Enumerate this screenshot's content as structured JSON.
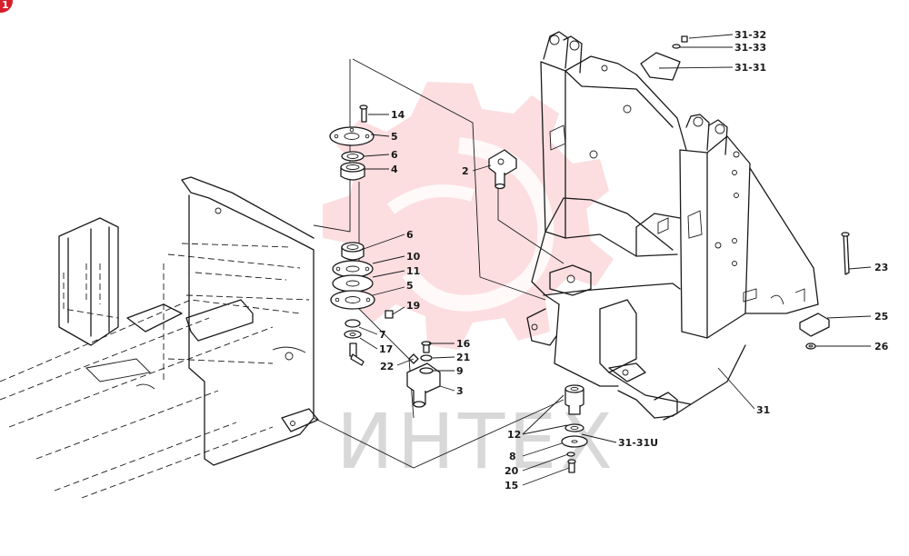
{
  "badge": {
    "label": "1",
    "color": "#d61f2b"
  },
  "watermark": {
    "text": "ИНТЕХ",
    "color": "#f06a74"
  },
  "callouts": [
    {
      "id": "c-31-32",
      "label": "31-32"
    },
    {
      "id": "c-31-33",
      "label": "31-33"
    },
    {
      "id": "c-31-31",
      "label": "31-31"
    },
    {
      "id": "c-14",
      "label": "14"
    },
    {
      "id": "c-5a",
      "label": "5"
    },
    {
      "id": "c-6a",
      "label": "6"
    },
    {
      "id": "c-4",
      "label": "4"
    },
    {
      "id": "c-2",
      "label": "2"
    },
    {
      "id": "c-6b",
      "label": "6"
    },
    {
      "id": "c-10",
      "label": "10"
    },
    {
      "id": "c-11",
      "label": "11"
    },
    {
      "id": "c-5b",
      "label": "5"
    },
    {
      "id": "c-19",
      "label": "19"
    },
    {
      "id": "c-7",
      "label": "7"
    },
    {
      "id": "c-17",
      "label": "17"
    },
    {
      "id": "c-16",
      "label": "16"
    },
    {
      "id": "c-21",
      "label": "21"
    },
    {
      "id": "c-22",
      "label": "22"
    },
    {
      "id": "c-9",
      "label": "9"
    },
    {
      "id": "c-3",
      "label": "3"
    },
    {
      "id": "c-23",
      "label": "23"
    },
    {
      "id": "c-25",
      "label": "25"
    },
    {
      "id": "c-26",
      "label": "26"
    },
    {
      "id": "c-31",
      "label": "31"
    },
    {
      "id": "c-12",
      "label": "12"
    },
    {
      "id": "c-31-31u",
      "label": "31-31U"
    },
    {
      "id": "c-8",
      "label": "8"
    },
    {
      "id": "c-20",
      "label": "20"
    },
    {
      "id": "c-15",
      "label": "15"
    }
  ]
}
